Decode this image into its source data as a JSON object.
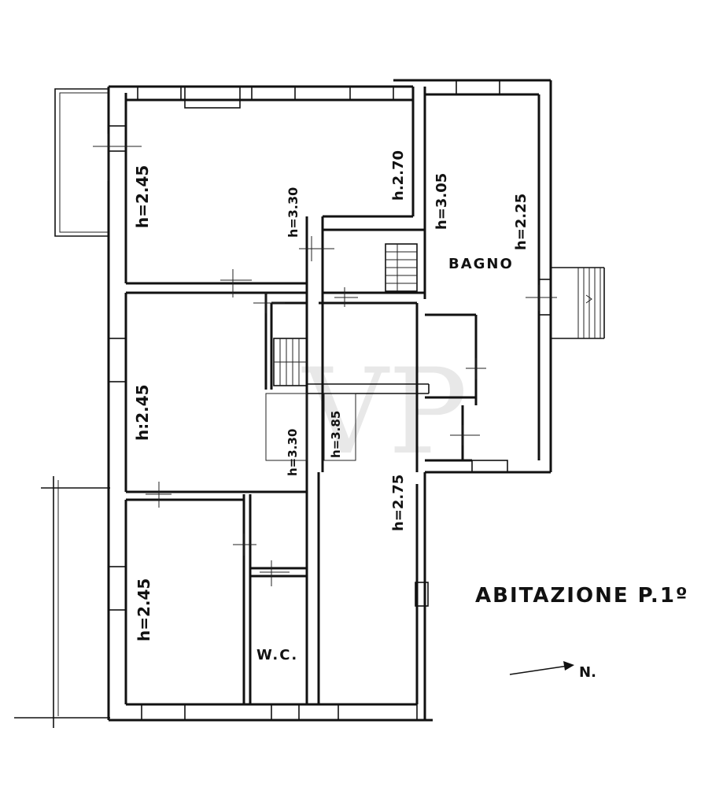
{
  "plan": {
    "title": "ABITAZIONE P.1º",
    "north": "N.",
    "watermark": "VP",
    "rooms": {
      "top_left": "h=2.45",
      "middle_left": "h:2.45",
      "bottom_left": "h=2.45",
      "top_middle_right": "h.2.70",
      "corridor_top": "h=3.30",
      "stair_left": "h=3.30",
      "stair_right": "h=3.85",
      "corridor_long": "h=2.75",
      "bath_area": "h=3.05",
      "right_room": "h=2.25",
      "bath": "BAGNO",
      "wc": "W.C."
    }
  }
}
